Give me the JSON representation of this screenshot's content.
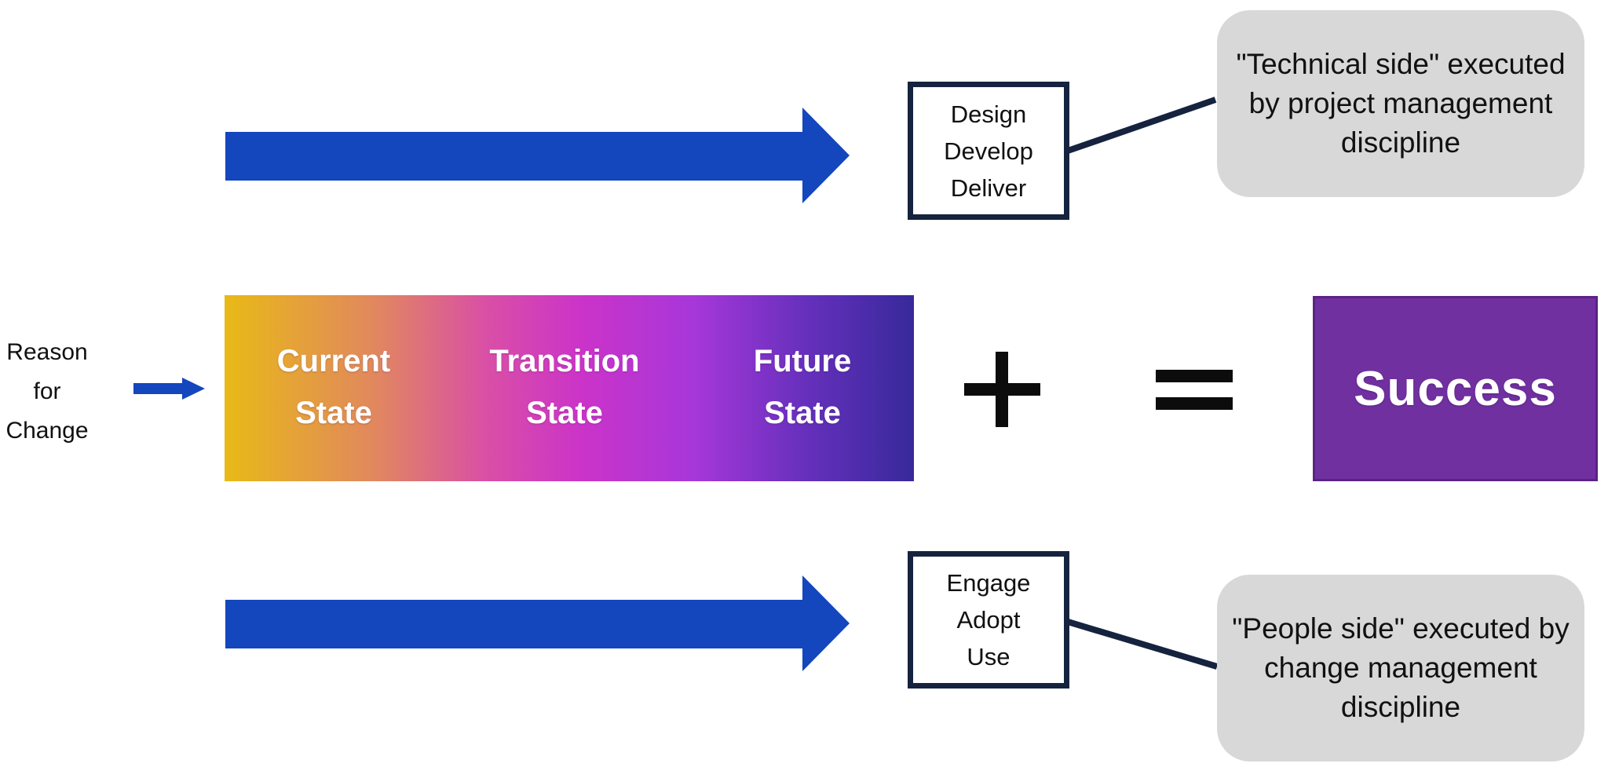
{
  "colors": {
    "arrow_blue": "#1446bd",
    "box_border_navy": "#15233e",
    "note_gray": "#d8d8d8",
    "success_purple": "#7030a0",
    "bar_gradient": [
      "#e8ba16",
      "#e1875f",
      "#d94fa6",
      "#cb33c9",
      "#a737d9",
      "#6730bd",
      "#37299b"
    ]
  },
  "reason_label": {
    "lines": [
      "Reason",
      "for",
      "Change"
    ]
  },
  "state_bar": {
    "stages": [
      {
        "line1": "Current",
        "line2": "State"
      },
      {
        "line1": "Transition",
        "line2": "State"
      },
      {
        "line1": "Future",
        "line2": "State"
      }
    ]
  },
  "technical_track": {
    "box_lines": [
      "Design",
      "Develop",
      "Deliver"
    ],
    "note_lines": [
      "\"Technical side\" executed",
      "by project management",
      "discipline"
    ]
  },
  "people_track": {
    "box_lines": [
      "Engage",
      "Adopt",
      "Use"
    ],
    "note_lines": [
      "\"People side\" executed by",
      "change management",
      "discipline"
    ]
  },
  "equation": {
    "plus": "+",
    "equals": "=",
    "result": "Success"
  }
}
